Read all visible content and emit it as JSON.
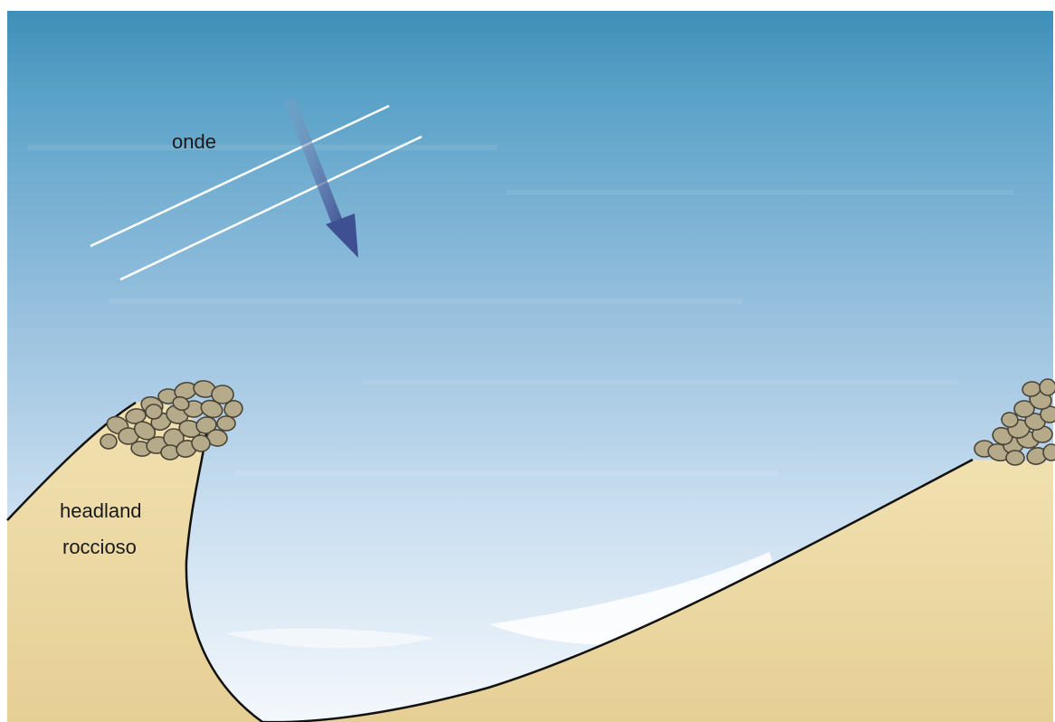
{
  "labels": {
    "waves": "onde",
    "headland_line1": "headland",
    "headland_line2": "roccioso"
  },
  "colors": {
    "sea_top": "#3f8fb8",
    "sea_mid": "#9cc3e0",
    "sea_bottom": "#f4f8fc",
    "sand": "#ecd9a4",
    "sand_dark": "#e3c98a",
    "rock": "#b5aa8a",
    "rock_outline": "#4a4438",
    "arrow": "#4a5c9a",
    "wave_line": "#ffffff"
  }
}
